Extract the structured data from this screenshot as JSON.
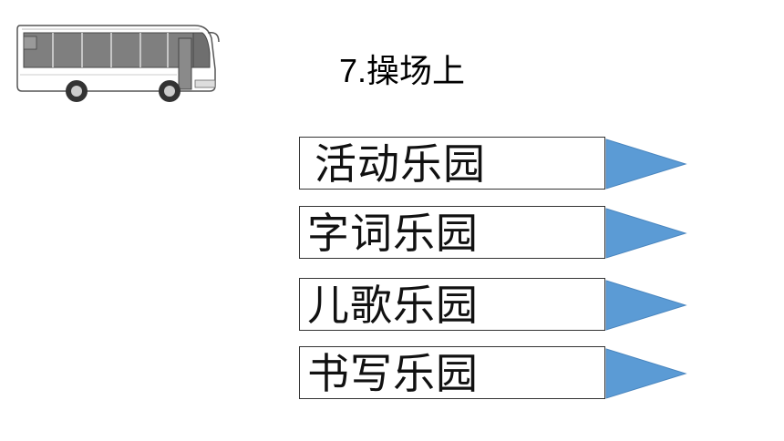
{
  "header": {
    "title": "7.操场上"
  },
  "menu": {
    "items": [
      {
        "label": "活动乐园"
      },
      {
        "label": "字词乐园"
      },
      {
        "label": "儿歌乐园"
      },
      {
        "label": "书写乐园"
      }
    ]
  },
  "colors": {
    "arrow": "#5b9bd5",
    "border": "#333333"
  },
  "icons": {
    "bus": "bus-icon",
    "arrow": "play-arrow-icon"
  }
}
